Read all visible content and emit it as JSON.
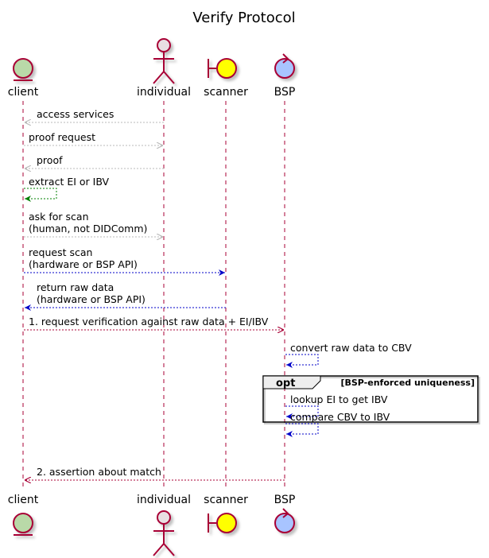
{
  "title": "Verify Protocol",
  "participants": [
    {
      "id": "client",
      "label": "client",
      "kind": "entity",
      "fill": "#b9d9a8"
    },
    {
      "id": "individual",
      "label": "individual",
      "kind": "actor",
      "fill": "#e8dfe2"
    },
    {
      "id": "scanner",
      "label": "scanner",
      "kind": "boundary",
      "fill": "#ffff00"
    },
    {
      "id": "bsp",
      "label": "BSP",
      "kind": "control",
      "fill": "#a8c4ff"
    }
  ],
  "colors": {
    "border": "#a80036",
    "lifeline": "#a80036",
    "gray_arrow": "#b8b8b8",
    "green_arrow": "#008000",
    "blue_arrow": "#0000c8",
    "maroon_arrow": "#a80036",
    "opt_header": "#eeeeee"
  },
  "messages": [
    {
      "from": "individual",
      "to": "client",
      "lines": [
        "access services"
      ],
      "color": "gray"
    },
    {
      "from": "client",
      "to": "individual",
      "lines": [
        "proof request"
      ],
      "color": "gray"
    },
    {
      "from": "individual",
      "to": "client",
      "lines": [
        "proof"
      ],
      "color": "gray"
    },
    {
      "from": "client",
      "to": "client",
      "lines": [
        "extract EI or IBV"
      ],
      "color": "green"
    },
    {
      "from": "client",
      "to": "individual",
      "lines": [
        "ask for scan",
        "(human, not DIDComm)"
      ],
      "color": "gray"
    },
    {
      "from": "client",
      "to": "scanner",
      "lines": [
        "request scan",
        "(hardware or BSP API)"
      ],
      "color": "blue"
    },
    {
      "from": "scanner",
      "to": "client",
      "lines": [
        "return raw data",
        "(hardware or BSP API)"
      ],
      "color": "blue"
    },
    {
      "from": "client",
      "to": "bsp",
      "lines": [
        "1. request verification against raw data + EI/IBV"
      ],
      "color": "maroon"
    },
    {
      "from": "bsp",
      "to": "bsp",
      "lines": [
        "convert raw data to CBV"
      ],
      "color": "blue"
    },
    {
      "from": "bsp",
      "to": "bsp",
      "lines": [
        "lookup EI to get IBV"
      ],
      "color": "blue"
    },
    {
      "from": "bsp",
      "to": "bsp",
      "lines": [
        "compare CBV to IBV"
      ],
      "color": "blue"
    },
    {
      "from": "bsp",
      "to": "client",
      "lines": [
        "2. assertion about match"
      ],
      "color": "maroon"
    }
  ],
  "opt": {
    "label": "opt",
    "condition": "[BSP-enforced uniqueness]"
  }
}
